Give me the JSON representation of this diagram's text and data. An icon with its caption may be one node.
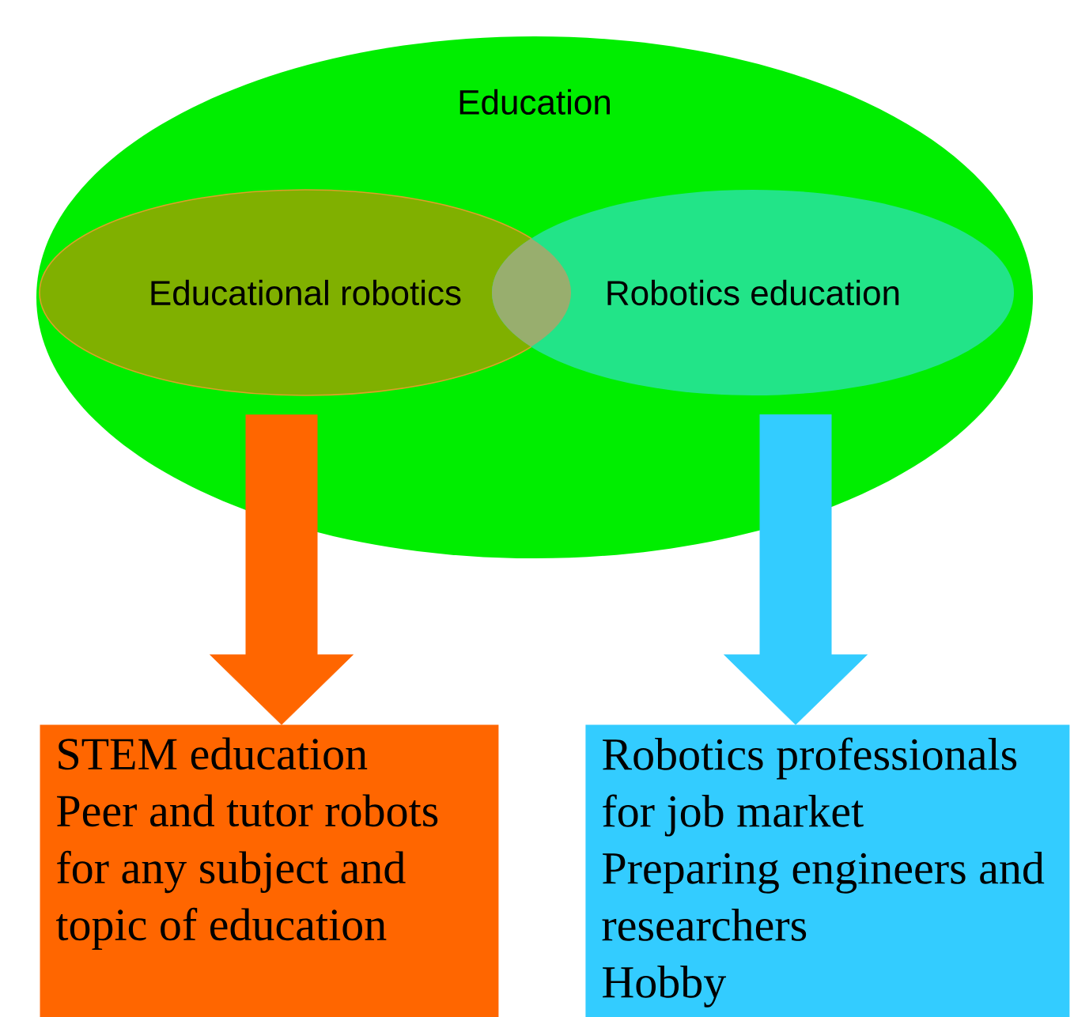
{
  "diagram": {
    "nodes": [
      {
        "text": [
          "Education"
        ]
      },
      {
        "text": [
          "Educational robotics"
        ],
        "in": 0
      },
      {
        "text": [
          "Robotics education"
        ],
        "in": 0
      },
      {
        "text": [
          "STEM education",
          "Peer and tutor robots for any subject and topic of education"
        ]
      },
      {
        "text": [
          "Robotics professionals for job market",
          "Preparing engineers and researchers",
          "Hobby"
        ]
      }
    ],
    "edges": [
      {
        "from": 1,
        "to": 3,
        "arrow": "to",
        "style": "thick",
        "color": "#ff6600"
      },
      {
        "from": 2,
        "to": 4,
        "arrow": "to",
        "style": "thick",
        "color": "#33ccff"
      }
    ]
  }
}
